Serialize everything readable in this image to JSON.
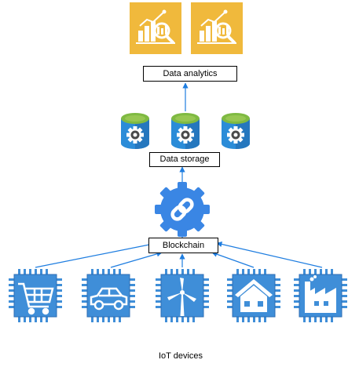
{
  "labels": {
    "analytics": "Data analytics",
    "storage": "Data storage",
    "blockchain": "Blockchain",
    "iot": "IoT devices"
  },
  "analytics_tiles": [
    {
      "icon": "analytics-chart-magnifier-icon"
    },
    {
      "icon": "analytics-chart-magnifier-icon"
    }
  ],
  "storage_cylinders": [
    {
      "icon": "database-gear-icon"
    },
    {
      "icon": "database-gear-icon"
    },
    {
      "icon": "database-gear-icon"
    }
  ],
  "blockchain_icon": "gear-chain-link-icon",
  "iot_chips": [
    {
      "icon": "shopping-cart-icon"
    },
    {
      "icon": "car-icon"
    },
    {
      "icon": "wind-turbine-icon"
    },
    {
      "icon": "house-icon"
    },
    {
      "icon": "factory-icon"
    }
  ],
  "colors": {
    "analytics_tile": "#F0B93C",
    "storage_top": "#7FBA42",
    "storage_body": "#2B8CD8",
    "chip": "#3F8ED8",
    "chip_dark": "#2E6EB5",
    "arrow": "#1E7DE0",
    "gear": "#3A86E4"
  }
}
